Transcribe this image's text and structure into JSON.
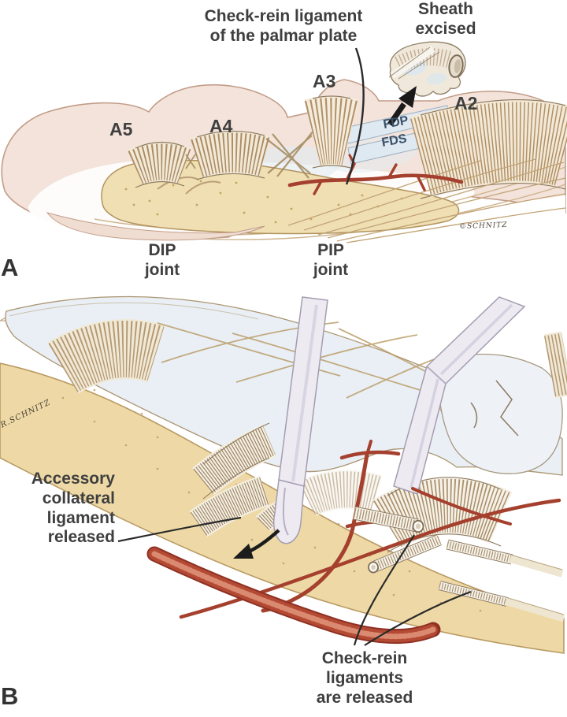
{
  "panel_a": {
    "letter": "A",
    "labels": {
      "check_rein": {
        "line1": "Check-rein ligament",
        "line2": "of the palmar plate"
      },
      "sheath": {
        "line1": "Sheath",
        "line2": "excised"
      },
      "pulleys": {
        "a5": "A5",
        "a4": "A4",
        "a3": "A3",
        "a2": "A2"
      },
      "tendons": {
        "fdp": "FDP",
        "fds": "FDS"
      },
      "dip": {
        "line1": "DIP",
        "line2": "joint"
      },
      "pip": {
        "line1": "PIP",
        "line2": "joint"
      }
    },
    "signature": "©SCHNITZ"
  },
  "panel_b": {
    "letter": "B",
    "labels": {
      "accessory": {
        "line1": "Accessory",
        "line2": "collateral",
        "line3": "ligament",
        "line4": "released"
      },
      "check_rein_released": {
        "line1": "Check-rein",
        "line2": "ligaments",
        "line3": "are released"
      }
    },
    "signature": "R.SCHNITZ"
  },
  "colors": {
    "background": "#ffffff",
    "label_text": "#3f3f3f",
    "skin_pink": "#f3e3da",
    "bone_tan": "#efdfb2",
    "sheath_blue": "#e9eff5",
    "pulley_rib_brown": "#b2916a",
    "tendon_band_blue": "#dfe9f2",
    "tendon_label_navy": "#3a5068",
    "vessel_red": "#a5402e",
    "artery_dark_red": "#8e3123",
    "tissue_tan": "#eed9a6",
    "retractor_gray": "#edeaf2",
    "ligament_white": "#f4efe3",
    "outline_brown": "#8f7a5e",
    "annotation_black": "#1c1c1c"
  }
}
